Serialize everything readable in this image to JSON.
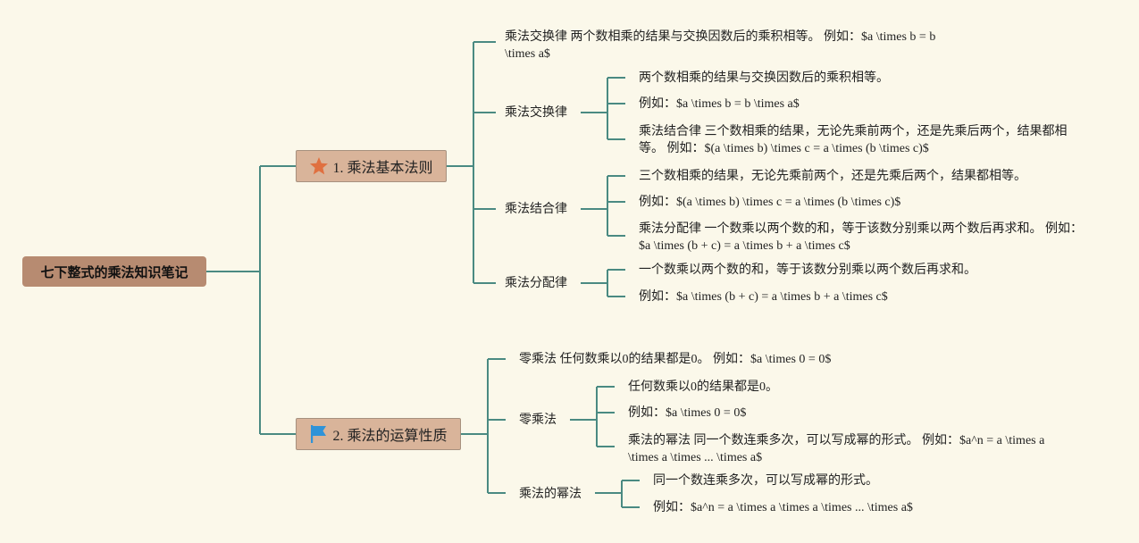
{
  "root": "七下整式的乘法知识笔记",
  "sections": [
    {
      "title": "1. 乘法基本法则",
      "icon": "star-icon",
      "summary": "乘法交换律 两个数相乘的结果与交换因数后的乘积相等。 例如：$a \\times b = b \\times a$",
      "groups": [
        {
          "label": "乘法交换律",
          "items": [
            "两个数相乘的结果与交换因数后的乘积相等。",
            "例如：$a \\times b = b \\times a$",
            "乘法结合律 三个数相乘的结果，无论先乘前两个，还是先乘后两个，结果都相等。 例如：$(a \\times b) \\times c = a \\times (b \\times c)$"
          ]
        },
        {
          "label": "乘法结合律",
          "items": [
            "三个数相乘的结果，无论先乘前两个，还是先乘后两个，结果都相等。",
            "例如：$(a \\times b) \\times c = a \\times (b \\times c)$",
            "乘法分配律 一个数乘以两个数的和，等于该数分别乘以两个数后再求和。 例如：$a \\times (b + c) = a \\times b + a \\times c$"
          ]
        },
        {
          "label": "乘法分配律",
          "items": [
            "一个数乘以两个数的和，等于该数分别乘以两个数后再求和。",
            "例如：$a \\times (b + c) = a \\times b + a \\times c$"
          ]
        }
      ]
    },
    {
      "title": "2. 乘法的运算性质",
      "icon": "flag-icon",
      "summary": "零乘法 任何数乘以0的结果都是0。 例如：$a \\times 0 = 0$",
      "groups": [
        {
          "label": "零乘法",
          "items": [
            "任何数乘以0的结果都是0。",
            "例如：$a \\times 0 = 0$",
            "乘法的幂法 同一个数连乘多次，可以写成幂的形式。 例如：$a^n = a \\times a \\times a \\times ... \\times a$"
          ]
        },
        {
          "label": "乘法的幂法",
          "items": [
            "同一个数连乘多次，可以写成幂的形式。",
            "例如：$a^n = a \\times a \\times a \\times ... \\times a$"
          ]
        }
      ]
    }
  ],
  "colors": {
    "line": "#4a8a82",
    "root_fill": "#b78b71",
    "section_fill": "#d9b49a",
    "background": "#fbf8ea",
    "star": "#e07040",
    "flag": "#2f93d8"
  }
}
